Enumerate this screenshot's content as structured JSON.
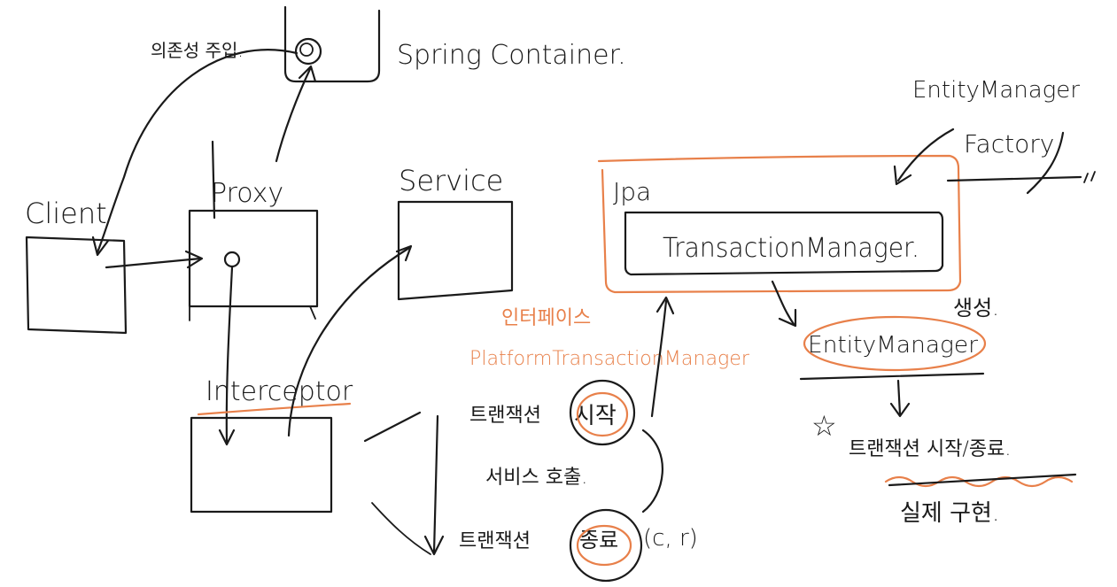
{
  "labels": {
    "dependency_injection": "의존성 주입.",
    "spring_container": "Spring Container.",
    "client": "Client",
    "proxy": "Proxy",
    "service": "Service",
    "interceptor": "Interceptor",
    "jpa": "Jpa",
    "transaction_manager": "TransactionManager.",
    "entity_manager_factory_1": "EntityManager",
    "entity_manager_factory_2": "Factory",
    "entity_manager": "EntityManager",
    "create": "생성.",
    "interface": "인터페이스",
    "platform_tm": "PlatformTransactionManager",
    "tx_start_1": "트랜잭션",
    "tx_start_2": "시작",
    "service_call": "서비스 호출.",
    "tx_end_1": "트랜잭션",
    "tx_end_2": "종료",
    "commit_rollback": "(c, r)",
    "star": "☆",
    "tx_start_end": "트랜잭션 시작/종료.",
    "actual_impl": "실제 구현."
  },
  "colors": {
    "ink": "#1a1a1a",
    "highlight": "#e8804a"
  }
}
